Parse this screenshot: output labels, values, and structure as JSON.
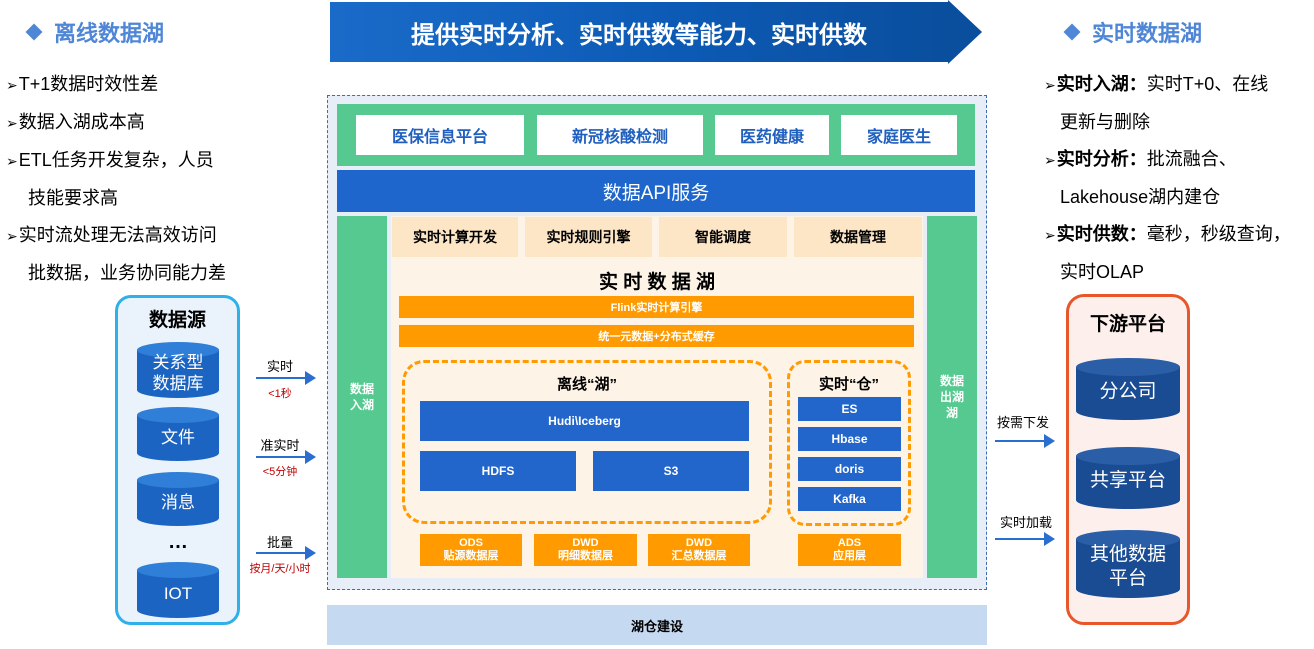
{
  "banner": {
    "text": "提供实时分析、实时供数等能力、实时供数"
  },
  "offline_lake": {
    "title": "离线数据湖",
    "items": [
      {
        "lines": [
          "T+1数据时效性差"
        ]
      },
      {
        "lines": [
          "数据入湖成本高"
        ]
      },
      {
        "lines": [
          "ETL任务开发复杂，人员",
          "技能要求高"
        ]
      },
      {
        "lines": [
          "实时流处理无法高效访问",
          "批数据，业务协同能力差"
        ]
      }
    ]
  },
  "realtime_lake": {
    "title": "实时数据湖",
    "items": [
      {
        "bold": "实时入湖：",
        "text": "实时T+0、在线",
        "cont": "更新与删除"
      },
      {
        "bold": "实时分析：",
        "text": "批流融合、",
        "cont": "Lakehouse湖内建仓"
      },
      {
        "bold": "实时供数：",
        "text": "毫秒，秒级查询，",
        "cont": "实时OLAP"
      }
    ]
  },
  "data_source": {
    "title": "数据源",
    "items": [
      "关系型\n数据库",
      "文件",
      "消息",
      "IOT"
    ],
    "ellipsis": "…"
  },
  "ingest_arrows": [
    {
      "label": "实时",
      "sub": "<1秒"
    },
    {
      "label": "准实时",
      "sub": "<5分钟"
    },
    {
      "label": "批量",
      "sub": "按月/天/小时"
    }
  ],
  "apps": [
    "医保信息平台",
    "新冠核酸检测",
    "医药健康",
    "家庭医生"
  ],
  "api_service": "数据API服务",
  "side_in": "数据\n入湖",
  "side_out": "数据\n出湖\n湖",
  "functions": [
    "实时计算开发",
    "实时规则引擎",
    "智能调度",
    "数据管理"
  ],
  "lake_title": "实 时 数 据 湖",
  "flink_bar": "Flink实时计算引擎",
  "meta_bar": "统一元数据+分布式缓存",
  "offline_box": {
    "title": "离线“湖”",
    "hudi": "Hudi\\Iceberg",
    "hdfs": "HDFS",
    "s3": "S3"
  },
  "realtime_box": {
    "title": "实时“仓”",
    "items": [
      "ES",
      "Hbase",
      "doris",
      "Kafka"
    ]
  },
  "layers": [
    {
      "code": "ODS",
      "name": "贴源数据层"
    },
    {
      "code": "DWD",
      "name": "明细数据层"
    },
    {
      "code": "DWD",
      "name": "汇总数据层"
    },
    {
      "code": "ADS",
      "name": "应用层"
    }
  ],
  "lakehouse_bar": "湖仓建设",
  "output_arrows": [
    "按需下发",
    "实时加载"
  ],
  "downstream": {
    "title": "下游平台",
    "items": [
      "分公司",
      "共享平台",
      "其他数据\n平台"
    ]
  },
  "colors": {
    "accent_blue": "#4f86d6",
    "banner_blue": "#0d5cb8",
    "green": "#55c98f",
    "orange": "#ff9a00",
    "peach": "#fde6c6",
    "source_border": "#2fb0e8",
    "downstream_border": "#e8562a"
  }
}
